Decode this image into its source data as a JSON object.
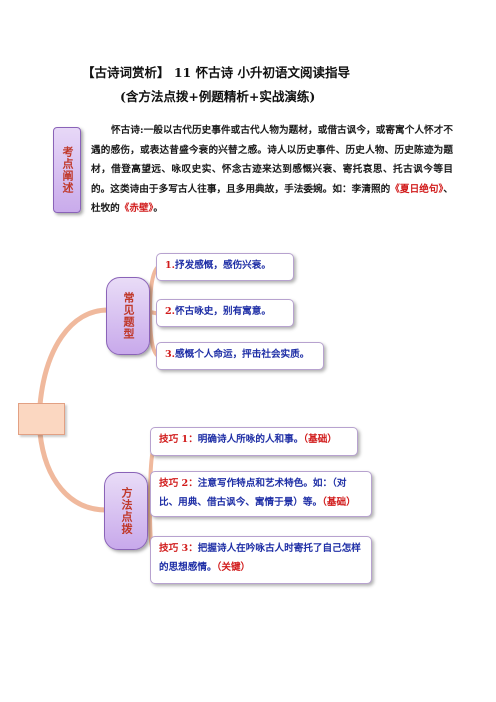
{
  "header": {
    "line1": "【古诗词赏析】 11 怀古诗 小升初语文阅读指导",
    "line2": "(含方法点拨+例题精析+实战演练)"
  },
  "kaodian_label": "考点阐述",
  "intro": {
    "p1": "怀古诗:一般以古代历史事件或古代人物为题材，或借古讽今，或寄寓个人怀才不遇的感伤，或表达昔盛今衰的兴替之感。诗人以历史事件、历史人物、历史陈迹为题材，借登高望远、咏叹史实、怀念古迹来达到感慨兴衰、寄托哀思、托古讽今等目的。这类诗由于多写古人往事，且多用典故，手法委婉。如：李清照的",
    "poem1": "《夏日绝句》",
    "sep": "、杜牧的",
    "poem2": "《赤壁》",
    "end": "。"
  },
  "types": {
    "label": "常见题型",
    "items": [
      {
        "num": "1.",
        "text": "抒发感慨，感伤兴衰。"
      },
      {
        "num": "2.",
        "text": "怀古咏史，别有寓意。"
      },
      {
        "num": "3.",
        "text": "感慨个人命运，抨击社会实质。"
      }
    ]
  },
  "methods": {
    "label": "方法点拨",
    "items": [
      {
        "skill": "技巧 1：",
        "text": "明确诗人所咏的人和事。",
        "tag": "（基础）"
      },
      {
        "skill": "技巧 2：",
        "text": "注意写作特点和艺术特色。如：（对比、用典、借古讽今、寓情于景）等。",
        "tag": "（基础）"
      },
      {
        "skill": "技巧 3：",
        "text": "把握诗人在吟咏古人时寄托了自己怎样的思想感情。",
        "tag": "（关键）"
      }
    ]
  },
  "colors": {
    "accent_red": "#d11a1a",
    "text_blue": "#1f2fa6",
    "node_purple": "#c8a9eb",
    "root_peach": "#fbd7c1"
  }
}
